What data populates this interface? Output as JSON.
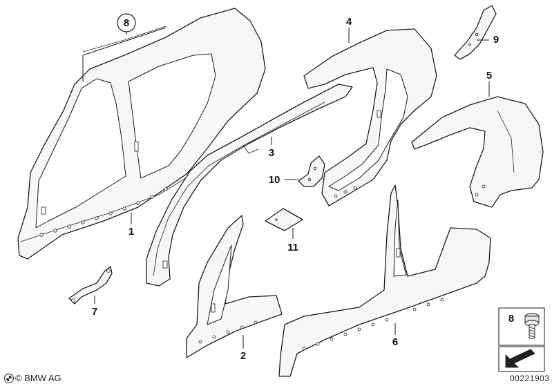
{
  "callouts": {
    "c1": "1",
    "c2": "2",
    "c3": "3",
    "c4": "4",
    "c5": "5",
    "c6": "6",
    "c7": "7",
    "c8_circled": "8",
    "c8_inset": "8",
    "c9": "9",
    "c10": "10",
    "c11": "11"
  },
  "footer": {
    "copyright": "© BMW AG",
    "doc_number": "00221903"
  }
}
